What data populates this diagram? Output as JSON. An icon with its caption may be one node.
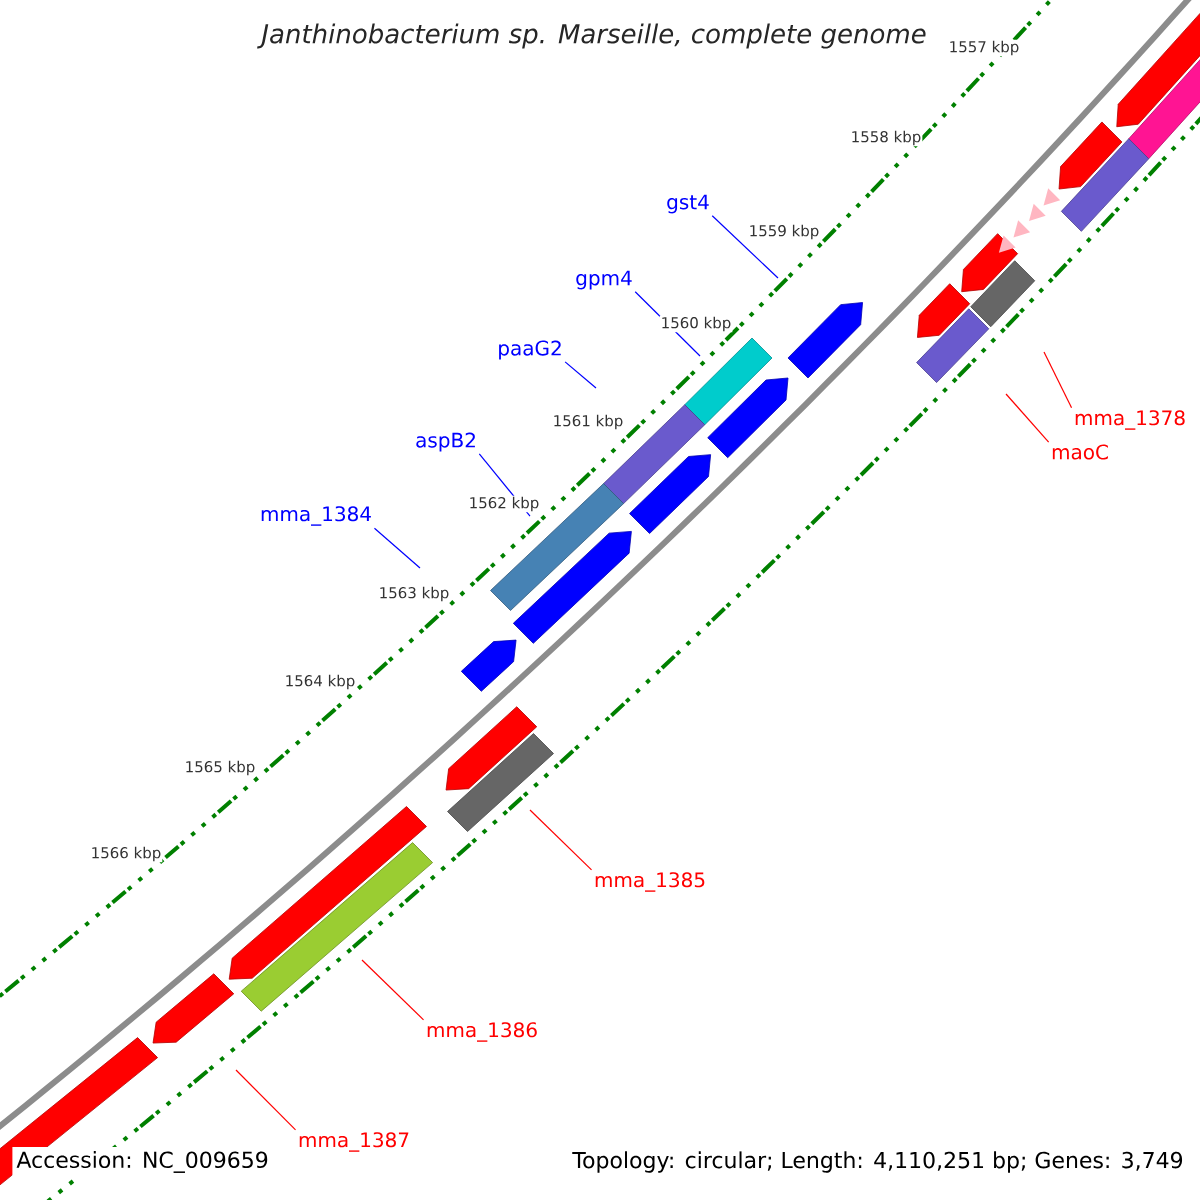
{
  "diagram": {
    "title": "Janthinobacterium sp. Marseille, complete genome",
    "nodes": [
      {
        "text": [
          "gst4"
        ]
      },
      {
        "text": [
          "gpm4"
        ]
      },
      {
        "text": [
          "paaG2"
        ]
      },
      {
        "text": [
          "aspB2"
        ]
      },
      {
        "text": [
          "mma_1384"
        ]
      },
      {
        "text": [
          "mma_1378"
        ]
      },
      {
        "text": [
          "maoC"
        ]
      },
      {
        "text": [
          "mma_1385"
        ]
      },
      {
        "text": [
          "mma_1386"
        ]
      },
      {
        "text": [
          "mma_1387"
        ]
      }
    ],
    "edges": [
      {
        "from": 0,
        "to": null,
        "arrow": "none",
        "color": "#0000ff"
      },
      {
        "from": 1,
        "to": null,
        "arrow": "none",
        "color": "#0000ff"
      },
      {
        "from": 2,
        "to": null,
        "arrow": "none",
        "color": "#0000ff"
      },
      {
        "from": 3,
        "to": null,
        "arrow": "none",
        "color": "#0000ff"
      },
      {
        "from": 4,
        "to": null,
        "arrow": "none",
        "color": "#0000ff"
      },
      {
        "from": 5,
        "to": null,
        "arrow": "none",
        "color": "#ff0000"
      },
      {
        "from": 6,
        "to": null,
        "arrow": "none",
        "color": "#ff0000"
      },
      {
        "from": 7,
        "to": null,
        "arrow": "none",
        "color": "#ff0000"
      },
      {
        "from": 8,
        "to": null,
        "arrow": "none",
        "color": "#ff0000"
      },
      {
        "from": 9,
        "to": null,
        "arrow": "none",
        "color": "#ff0000"
      }
    ],
    "labels": [
      "1557 kbp",
      "1558 kbp",
      "1559 kbp",
      "1560 kbp",
      "1561 kbp",
      "1562 kbp",
      "1563 kbp",
      "1564 kbp",
      "1565 kbp",
      "1566 kbp",
      "Accession: NC_009659",
      "Topology: circular; Length: 4,110,251 bp; Genes: 3,749"
    ]
  }
}
